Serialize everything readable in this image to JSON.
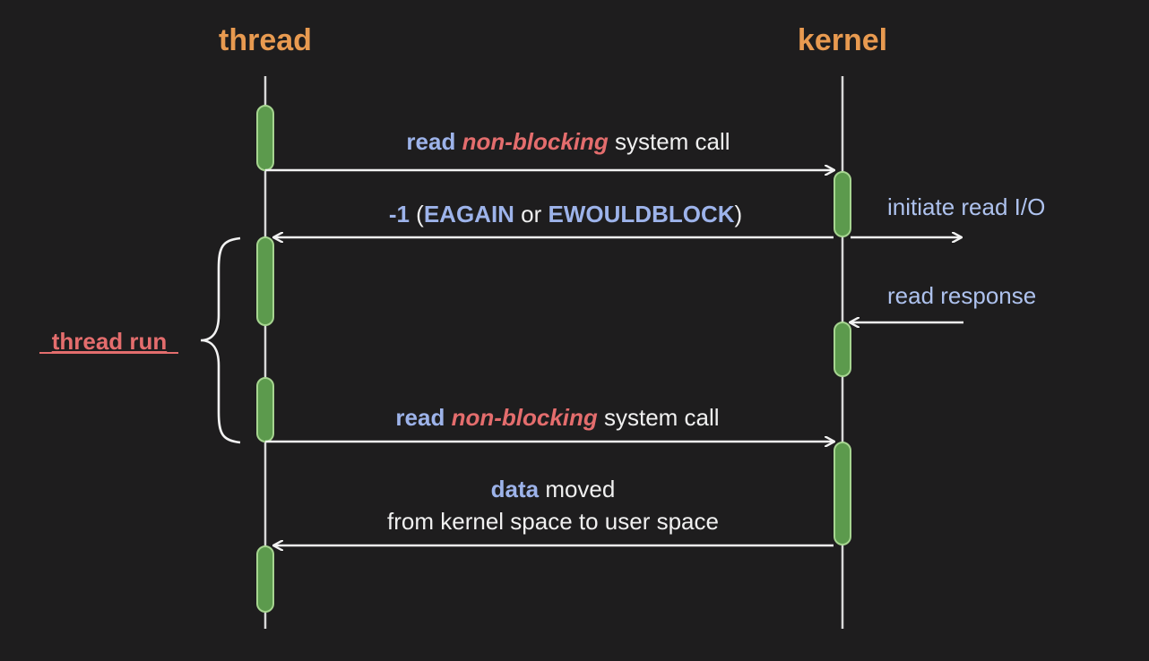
{
  "colors": {
    "background": "#1e1d1e",
    "header": "#e89a50",
    "line": "#d9d9d9",
    "activation_fill": "#5c9a4d",
    "activation_border": "#a6d590",
    "arrow": "#f2f2f2",
    "keyword_blue": "#9db3ea",
    "keyword_red": "#e46d6d",
    "text_white": "#f0f0f0",
    "side_label": "#aec2ee"
  },
  "participants": {
    "thread": "thread",
    "kernel": "kernel"
  },
  "messages": {
    "call1": {
      "kw": "read",
      "mode": "non-blocking",
      "rest": " system call"
    },
    "reply1": {
      "code": "-1",
      "open": " (",
      "err1": "EAGAIN",
      "or": " or ",
      "err2": "EWOULDBLOCK",
      "close": ")"
    },
    "call2": {
      "kw": "read",
      "mode": "non-blocking",
      "rest": " system call"
    },
    "reply2": {
      "kw": "data",
      "rest": " moved",
      "line2": "from kernel space to user space"
    }
  },
  "side_labels": {
    "initiate": "initiate read I/O",
    "response": "read response"
  },
  "brace_label": "thread run"
}
